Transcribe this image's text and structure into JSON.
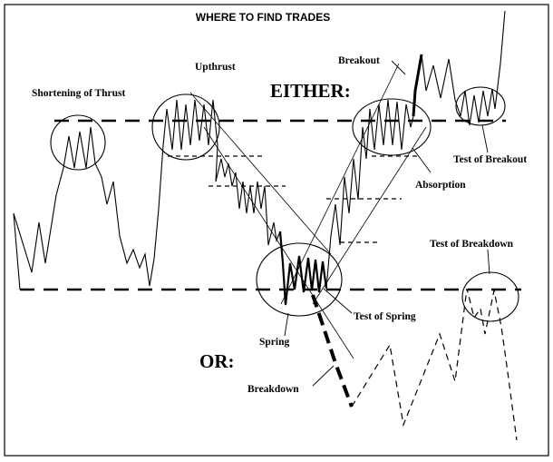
{
  "title": "WHERE TO FIND TRADES",
  "labels": {
    "either": "EITHER:",
    "or": "OR:",
    "shortening_of_thrust": "Shortening of Thrust",
    "upthrust": "Upthrust",
    "breakout": "Breakout",
    "absorption": "Absorption",
    "test_of_breakout": "Test of Breakout",
    "test_of_breakdown": "Test of Breakdown",
    "spring": "Spring",
    "test_of_spring": "Test of Spring",
    "breakdown": "Breakdown"
  }
}
